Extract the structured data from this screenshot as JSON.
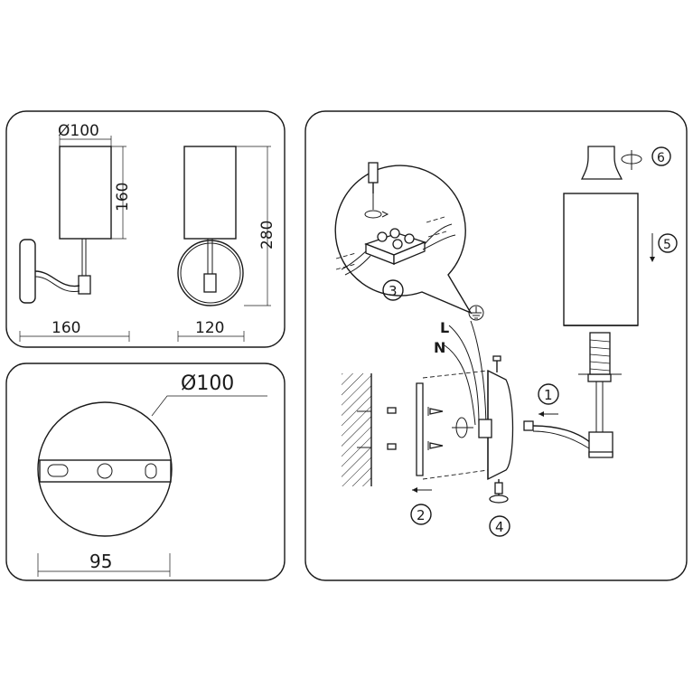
{
  "front_view": {
    "shade_diameter": "Ø100",
    "shade_height": "160",
    "projection": "160"
  },
  "side_view": {
    "overall_height": "280",
    "width": "120"
  },
  "base_view": {
    "diameter": "Ø100",
    "mounting_spacing": "95"
  },
  "assembly": {
    "steps": [
      "1",
      "2",
      "3",
      "4",
      "5",
      "6"
    ],
    "live_label": "L",
    "neutral_label": "N"
  }
}
